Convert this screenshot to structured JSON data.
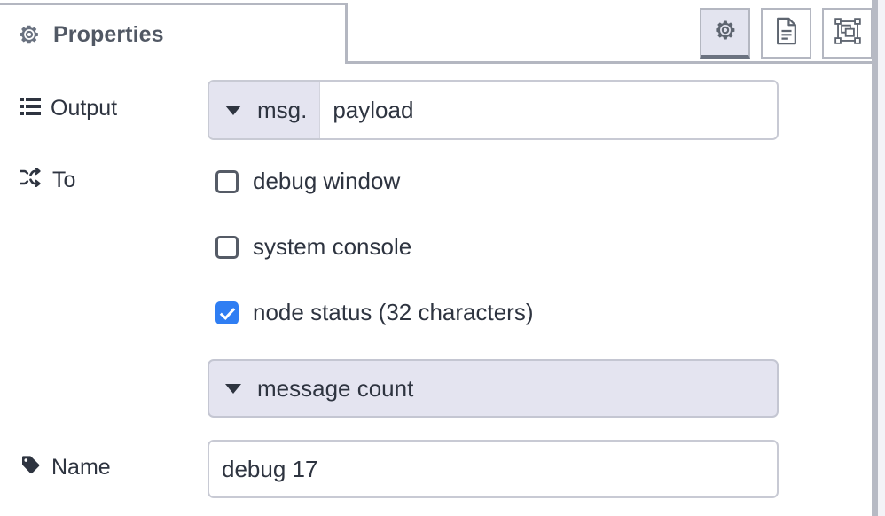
{
  "panel": {
    "tab": {
      "label": "Properties",
      "icon": "gear-icon"
    },
    "toolbar": {
      "buttons": [
        {
          "name": "properties-tool",
          "icon": "gear-icon",
          "active": true
        },
        {
          "name": "description-tool",
          "icon": "document-icon",
          "active": false
        },
        {
          "name": "appearance-tool",
          "icon": "appearance-icon",
          "active": false
        }
      ]
    }
  },
  "form": {
    "output": {
      "label": "Output",
      "icon": "list-icon",
      "type_prefix": "msg.",
      "value": "payload",
      "caret": "chevron-down-icon"
    },
    "to": {
      "label": "To",
      "icon": "shuffle-icon",
      "checkboxes": [
        {
          "label": "debug window",
          "checked": false
        },
        {
          "label": "system console",
          "checked": false
        },
        {
          "label": "node status (32 characters)",
          "checked": true
        }
      ],
      "select": {
        "value": "message count",
        "caret": "chevron-down-icon"
      }
    },
    "name": {
      "label": "Name",
      "icon": "tag-icon",
      "value": "debug 17",
      "placeholder": "Name"
    }
  },
  "colors": {
    "accent_blue": "#2f7ef3",
    "border_gray": "#b4b7c1",
    "lavender": "#e4e4f0",
    "text": "#2e3440",
    "tab_text": "#515864"
  }
}
